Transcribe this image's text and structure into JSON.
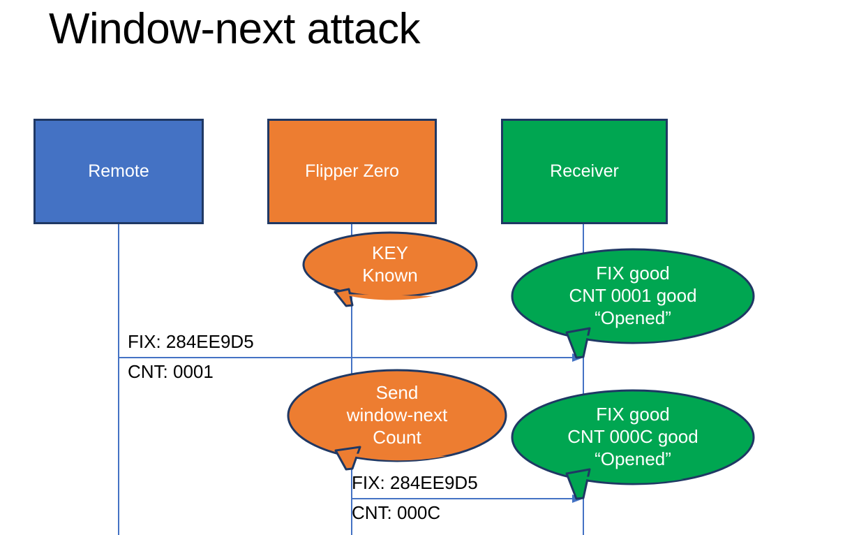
{
  "slide": {
    "title": "Window-next attack",
    "background_color": "#FFFFFF"
  },
  "colors": {
    "remote_fill": "#4472C4",
    "flipper_fill": "#ED7D31",
    "receiver_fill": "#00A651",
    "shape_outline": "#1F3864",
    "lifeline": "#4472C4",
    "arrow": "#4472C4",
    "text_on_shape": "#FFFFFF",
    "label_text": "#000000"
  },
  "actors": [
    {
      "id": "remote",
      "label": "Remote",
      "fill": "#4472C4"
    },
    {
      "id": "flipper",
      "label": "Flipper Zero",
      "fill": "#ED7D31"
    },
    {
      "id": "receiver",
      "label": "Receiver",
      "fill": "#00A651"
    }
  ],
  "callouts": [
    {
      "id": "key-known",
      "owner": "flipper",
      "fill": "#ED7D31",
      "lines": [
        "KEY",
        "Known"
      ]
    },
    {
      "id": "receiver-ack-1",
      "owner": "receiver",
      "fill": "#00A651",
      "lines": [
        "FIX good",
        "CNT 0001 good",
        "“Opened”"
      ]
    },
    {
      "id": "send-window-next",
      "owner": "flipper",
      "fill": "#ED7D31",
      "lines": [
        "Send",
        "window-next",
        "Count"
      ]
    },
    {
      "id": "receiver-ack-2",
      "owner": "receiver",
      "fill": "#00A651",
      "lines": [
        "FIX good",
        "CNT 000C good",
        "“Opened”"
      ]
    }
  ],
  "messages": [
    {
      "id": "msg-remote-to-receiver",
      "from": "remote",
      "to": "receiver",
      "label_above": "FIX: 284EE9D5",
      "label_below": "CNT: 0001"
    },
    {
      "id": "msg-flipper-to-receiver",
      "from": "flipper",
      "to": "receiver",
      "label_above": "FIX: 284EE9D5",
      "label_below": "CNT: 000C"
    }
  ]
}
